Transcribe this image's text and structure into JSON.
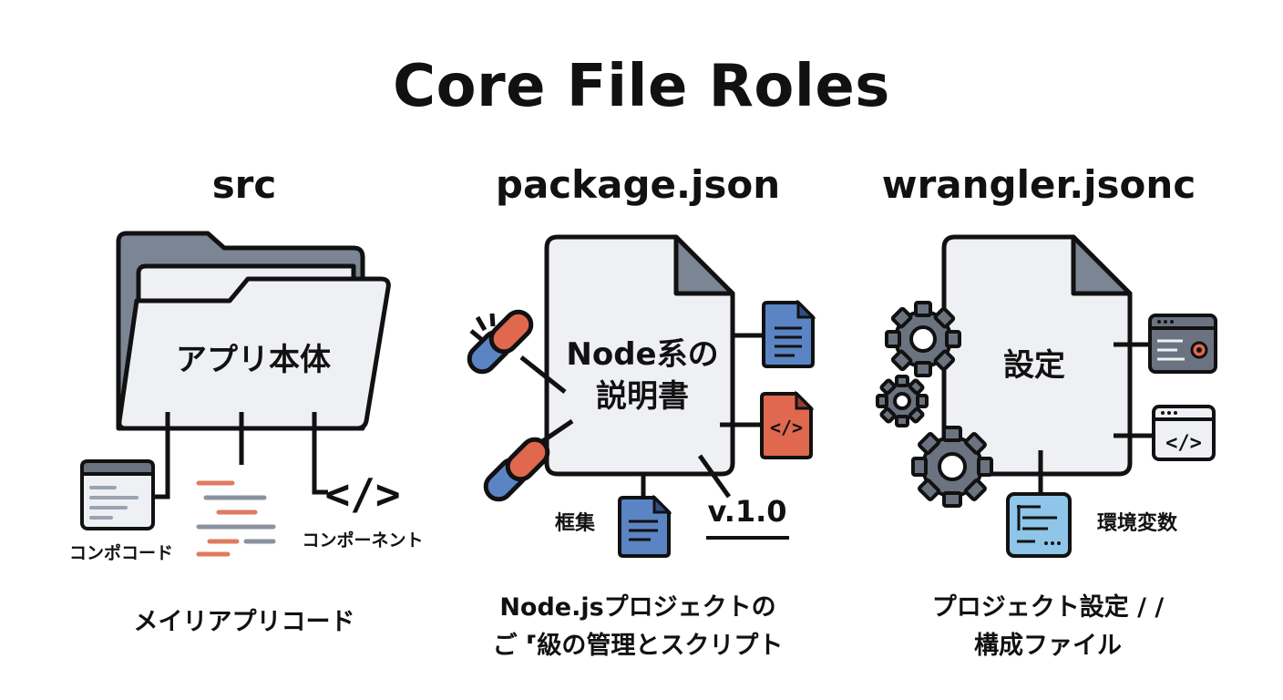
{
  "title": "Core File Roles",
  "columns": [
    {
      "name": "src",
      "center_label": "アプリ本体",
      "sub_labels": [
        "コンポコード",
        "コンポーネント"
      ],
      "code_glyph": "</>",
      "caption": [
        "メイリアプリコード"
      ]
    },
    {
      "name": "package.json",
      "center_label": [
        "Node系の",
        "説明書"
      ],
      "sub_labels": [
        "框集"
      ],
      "version": "v.1.0",
      "code_glyph": "</>",
      "caption": [
        "Node.jsプロジェクトの",
        "ご ⸢級の管理とスクリプト"
      ]
    },
    {
      "name": "wrangler.jsonc",
      "center_label": "設定",
      "sub_labels": [
        "環境変数"
      ],
      "code_glyph": "</>",
      "caption": [
        "プロジェクト設定 / /",
        "構成ファイル"
      ]
    }
  ],
  "colors": {
    "outline": "#111111",
    "paper": "#eef0f4",
    "folder_back": "#7b8594",
    "gear": "#6b7380",
    "blue_doc": "#5b84c4",
    "orange_doc": "#e0684f",
    "code_orange": "#e07a5f",
    "code_gray": "#8a929e",
    "light_blue": "#8ec5e8"
  },
  "icons": [
    "folder-icon",
    "document-icon",
    "link-icon",
    "gear-icon",
    "terminal-icon",
    "code-icon"
  ]
}
